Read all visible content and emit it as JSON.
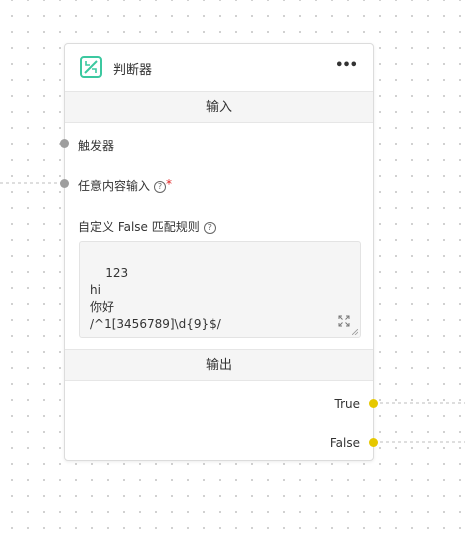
{
  "node": {
    "title": "判断器",
    "icon": "switch-icon",
    "more_icon": "more-icon",
    "accent_color": "#3cc8a0"
  },
  "input_section": {
    "label": "输入"
  },
  "inputs": {
    "trigger_label": "触发器",
    "any_content_label": "任意内容输入",
    "any_content_required": "*",
    "rules_label": "自定义 False 匹配规则",
    "help_glyph": "?",
    "rules_value": "123\nhi\n你好\n/^1[3456789]\\d{9}$/"
  },
  "output_section": {
    "label": "输出"
  },
  "outputs": {
    "true_label": "True",
    "false_label": "False"
  },
  "colors": {
    "input_handle": "#9e9e9e",
    "output_handle": "#e6c800",
    "edge": "#bdbdbd"
  }
}
